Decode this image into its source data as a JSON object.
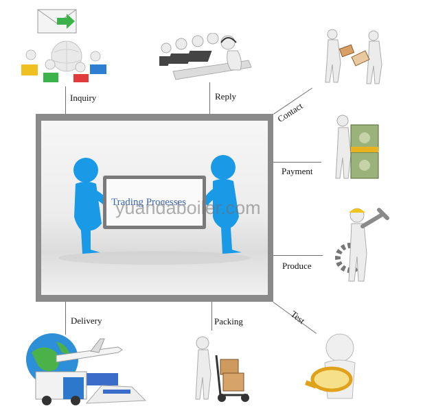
{
  "diagram": {
    "center_caption": "Trading Processes",
    "watermark": "yuandaboiler.com",
    "steps": [
      {
        "id": "inquiry",
        "label": "Inquiry",
        "icon": "email-globe-icon"
      },
      {
        "id": "reply",
        "label": "Reply",
        "icon": "call-center-icon"
      },
      {
        "id": "contact",
        "label": "Contact",
        "icon": "handshake-deal-icon"
      },
      {
        "id": "payment",
        "label": "Payment",
        "icon": "money-stack-icon"
      },
      {
        "id": "produce",
        "label": "Produce",
        "icon": "worker-wrench-gear-icon"
      },
      {
        "id": "test",
        "label": "Test",
        "icon": "magnifier-inspection-icon"
      },
      {
        "id": "packing",
        "label": "Packing",
        "icon": "hand-truck-boxes-icon"
      },
      {
        "id": "delivery",
        "label": "Delivery",
        "icon": "globe-transport-icon"
      }
    ],
    "colors": {
      "frame": "#8a8a8a",
      "figure_blue": "#1a9ae6",
      "line": "#6e6e6e",
      "caption": "#3a66b5"
    }
  }
}
